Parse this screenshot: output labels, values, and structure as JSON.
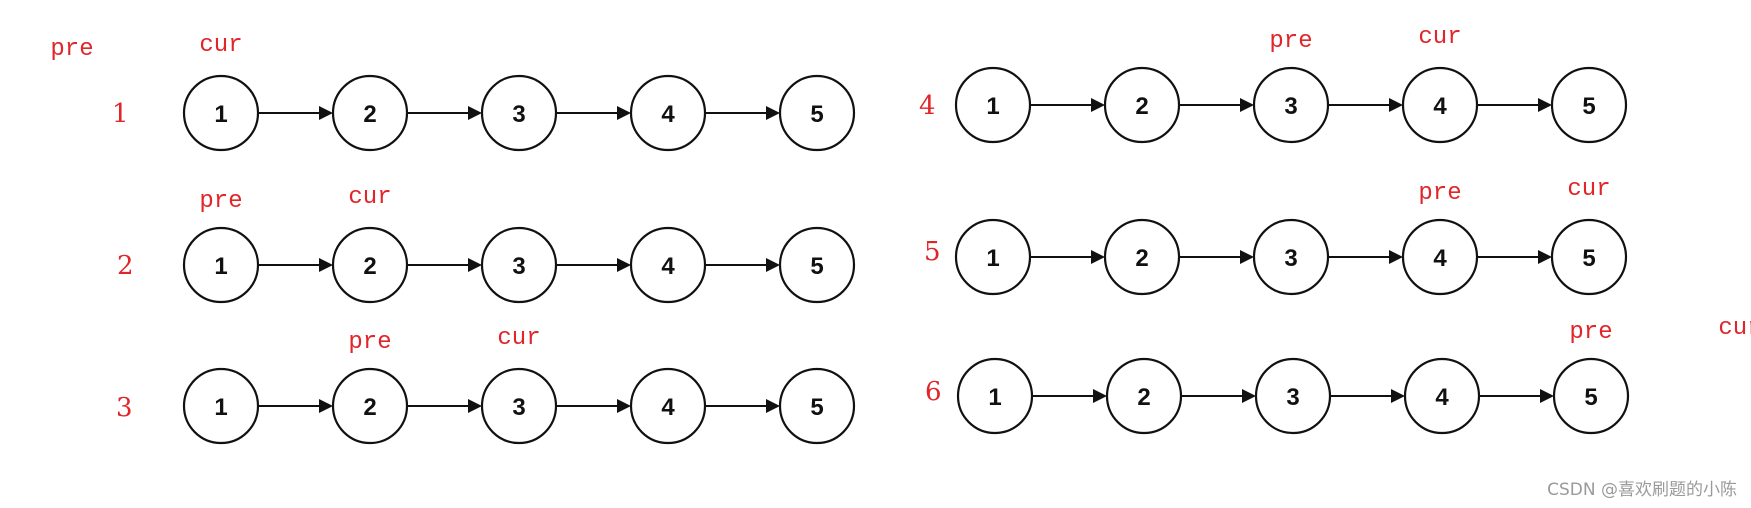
{
  "diagrams": [
    {
      "step": "1",
      "pre": "pre",
      "cur": "cur",
      "nodes": [
        "1",
        "2",
        "3",
        "4",
        "5"
      ],
      "pre_at": -1,
      "cur_at": 0
    },
    {
      "step": "2",
      "pre": "pre",
      "cur": "cur",
      "nodes": [
        "1",
        "2",
        "3",
        "4",
        "5"
      ],
      "pre_at": 0,
      "cur_at": 1
    },
    {
      "step": "3",
      "pre": "pre",
      "cur": "cur",
      "nodes": [
        "1",
        "2",
        "3",
        "4",
        "5"
      ],
      "pre_at": 1,
      "cur_at": 2
    },
    {
      "step": "4",
      "pre": "pre",
      "cur": "cur",
      "nodes": [
        "1",
        "2",
        "3",
        "4",
        "5"
      ],
      "pre_at": 2,
      "cur_at": 3
    },
    {
      "step": "5",
      "pre": "pre",
      "cur": "cur",
      "nodes": [
        "1",
        "2",
        "3",
        "4",
        "5"
      ],
      "pre_at": 3,
      "cur_at": 4
    },
    {
      "step": "6",
      "pre": "pre",
      "cur": "cur",
      "nodes": [
        "1",
        "2",
        "3",
        "4",
        "5"
      ],
      "pre_at": 4,
      "cur_at": 5
    }
  ],
  "watermark": "CSDN @喜欢刷题的小陈"
}
